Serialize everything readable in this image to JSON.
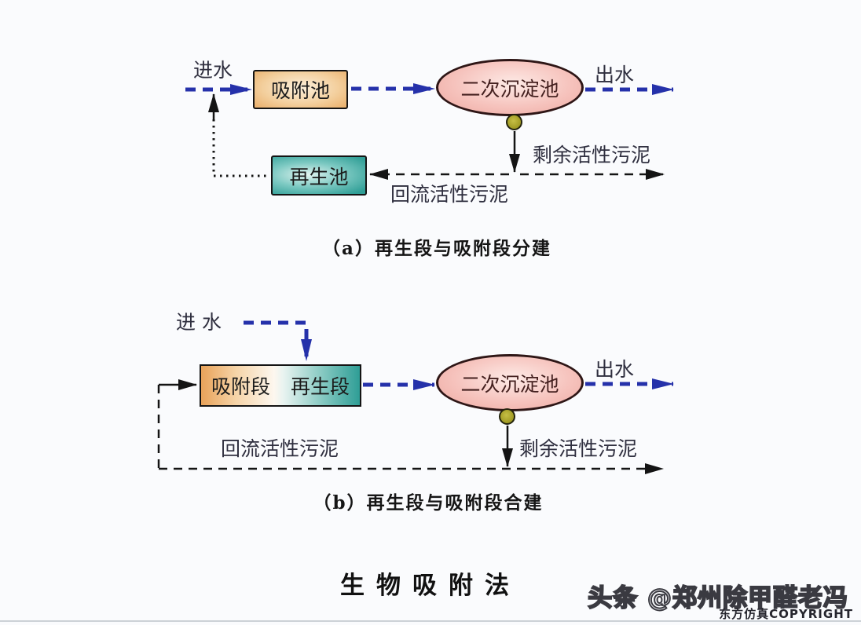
{
  "colors": {
    "background": "#fafbfd",
    "flow_blue": "#2531aa",
    "line_black": "#141414",
    "adsorption_orange": "#efb878",
    "regeneration_teal": "#35a49c",
    "clarifier_pink": "#f2b0ab",
    "sludge_olive": "#a09a23"
  },
  "diagram_a": {
    "influent_label": "进水",
    "adsorption_tank_label": "吸附池",
    "clarifier_label": "二次沉淀池",
    "effluent_label": "出水",
    "excess_sludge_label": "剩余活性污泥",
    "return_sludge_label": "回流活性污泥",
    "regeneration_tank_label": "再生池",
    "caption": "（a）再生段与吸附段分建"
  },
  "diagram_b": {
    "influent_label": "进 水",
    "adsorption_stage_label": "吸附段",
    "regeneration_stage_label": "再生段",
    "clarifier_label": "二次沉淀池",
    "effluent_label": "出水",
    "excess_sludge_label": "剩余活性污泥",
    "return_sludge_label": "回流活性污泥",
    "caption": "（b）再生段与吸附段合建"
  },
  "title": "生物吸附法",
  "watermark": {
    "headline": "头条 @郑州除甲醛老冯",
    "copyright": "东方仿真COPYRIGHT"
  }
}
